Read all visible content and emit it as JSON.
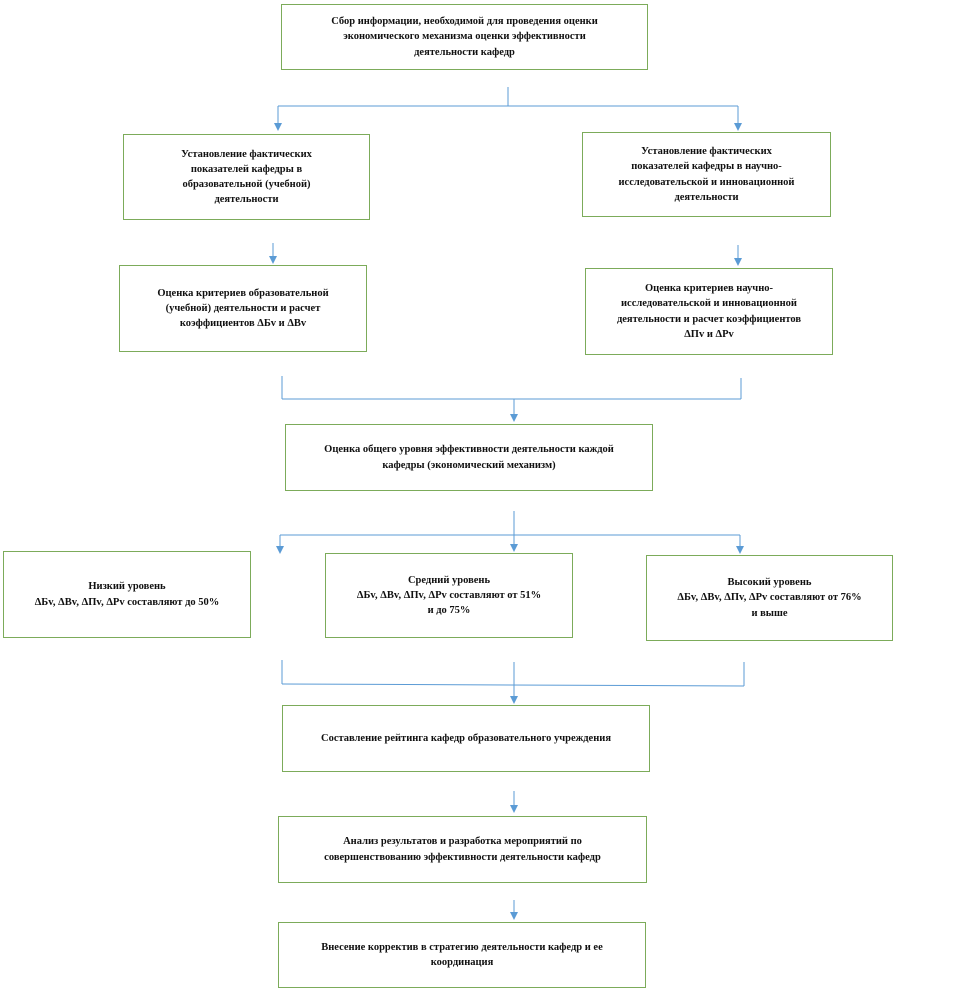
{
  "flowchart": {
    "colors": {
      "box_border": "#7cab5a",
      "connector": "#5b9bd5",
      "text": "#111111"
    },
    "nodes": {
      "collect": [
        "Сбор информации, необходимой для проведения оценки",
        "экономического механизма  оценки эффективности",
        "деятельности  кафедр"
      ],
      "edu_indicators": [
        "Установление фактических",
        "показателей кафедры в",
        "образовательной (учебной)",
        "деятельности"
      ],
      "research_indicators": [
        "Установление фактических",
        "показателей кафедры в научно-",
        "исследовательской и инновационной",
        "деятельности"
      ],
      "edu_criteria": [
        "Оценка критериев образовательной",
        "(учебной) деятельности  и расчет",
        "коэффициентов ΔБv и ΔВv"
      ],
      "research_criteria": [
        "Оценка критериев научно-",
        "исследовательской и инновационной",
        "деятельности  и расчет коэффициентов",
        "ΔПv и ΔРv"
      ],
      "overall": [
        "Оценка  общего уровня эффективности деятельности  каждой",
        "кафедры (экономический механизм)"
      ],
      "low": [
        "Низкий  уровень",
        "ΔБv, ΔВv,  ΔПv, ΔРv составляют  до 50%"
      ],
      "medium": [
        "Средний  уровень",
        "ΔБv, ΔВv,  ΔПv, ΔРv составляют  от 51%",
        "и до 75%"
      ],
      "high": [
        "Высокий  уровень",
        "ΔБv, ΔВv,  ΔПv, ΔРv составляют  от 76%",
        "и выше"
      ],
      "rating": [
        "Составление  рейтинга кафедр образовательного учреждения"
      ],
      "analysis": [
        "Анализ результатов и разработка мероприятий по",
        "совершенствованию эффективности деятельности  кафедр"
      ],
      "strategy": [
        "Внесение корректив в стратегию деятельности  кафедр и ее",
        "координация"
      ]
    }
  }
}
